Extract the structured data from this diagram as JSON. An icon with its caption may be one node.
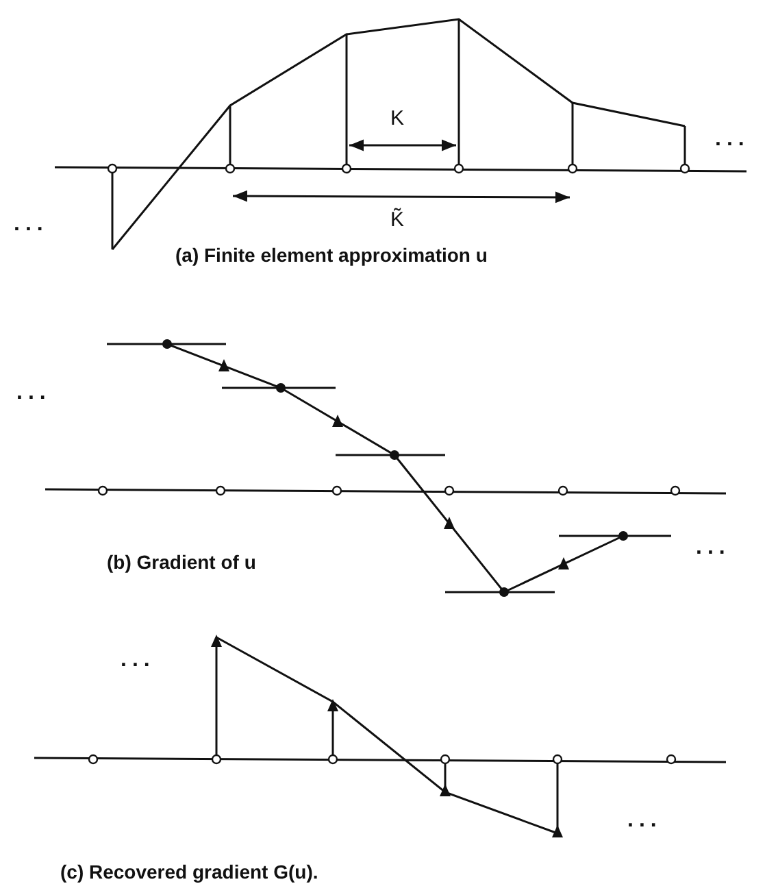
{
  "diagram": {
    "labels": [
      "K",
      "...",
      "...",
      "K̃",
      "(a) Finite element approximation u",
      "...",
      "...",
      "(b) Gradient of u",
      "...",
      "...",
      "(c) Recovered gradient G(u)."
    ]
  }
}
